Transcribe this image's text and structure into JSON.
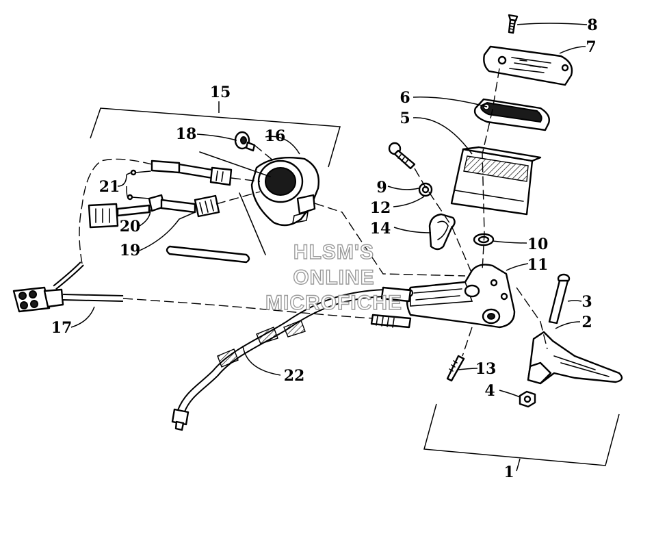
{
  "watermark": {
    "lines": [
      "HLSM'S",
      "ONLINE",
      "MICROFICHE"
    ],
    "color": "#9a9a9a"
  },
  "callouts": [
    {
      "id": "1",
      "label": "1"
    },
    {
      "id": "2",
      "label": "2"
    },
    {
      "id": "3",
      "label": "3"
    },
    {
      "id": "4",
      "label": "4"
    },
    {
      "id": "5",
      "label": "5"
    },
    {
      "id": "6",
      "label": "6"
    },
    {
      "id": "7",
      "label": "7"
    },
    {
      "id": "8",
      "label": "8"
    },
    {
      "id": "9",
      "label": "9"
    },
    {
      "id": "10",
      "label": "10"
    },
    {
      "id": "11",
      "label": "11"
    },
    {
      "id": "12",
      "label": "12"
    },
    {
      "id": "13",
      "label": "13"
    },
    {
      "id": "14",
      "label": "14"
    },
    {
      "id": "15",
      "label": "15"
    },
    {
      "id": "16",
      "label": "16"
    },
    {
      "id": "17",
      "label": "17"
    },
    {
      "id": "18",
      "label": "18"
    },
    {
      "id": "19",
      "label": "19"
    },
    {
      "id": "20",
      "label": "20"
    },
    {
      "id": "21",
      "label": "21"
    },
    {
      "id": "22",
      "label": "22"
    }
  ],
  "colors": {
    "ink": "#000000",
    "paper": "#ffffff"
  }
}
